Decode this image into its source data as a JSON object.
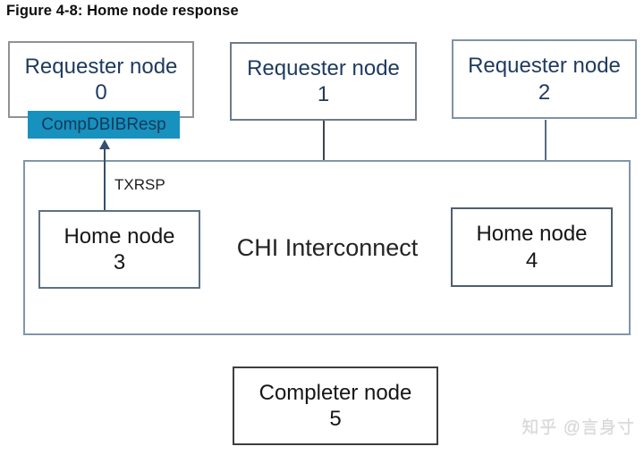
{
  "title": "Figure 4-8: Home node response",
  "diagram": {
    "requester_nodes": [
      {
        "name": "Requester node",
        "id": "0"
      },
      {
        "name": "Requester node",
        "id": "1"
      },
      {
        "name": "Requester node",
        "id": "2"
      }
    ],
    "home_nodes": [
      {
        "name": "Home node",
        "id": "3"
      },
      {
        "name": "Home node",
        "id": "4"
      }
    ],
    "completer_node": {
      "name": "Completer node",
      "id": "5"
    },
    "interconnect_label": "CHI Interconnect",
    "response_message": "CompDBIBResp",
    "channel_label": "TXRSP",
    "colors": {
      "message_bg": "#1791bd",
      "message_text": "#16395c",
      "requester_text": "#1e3a5f",
      "arrow": "#33506d",
      "interconnect_border": "#8296a9"
    }
  },
  "watermark": "知乎 @言身寸"
}
